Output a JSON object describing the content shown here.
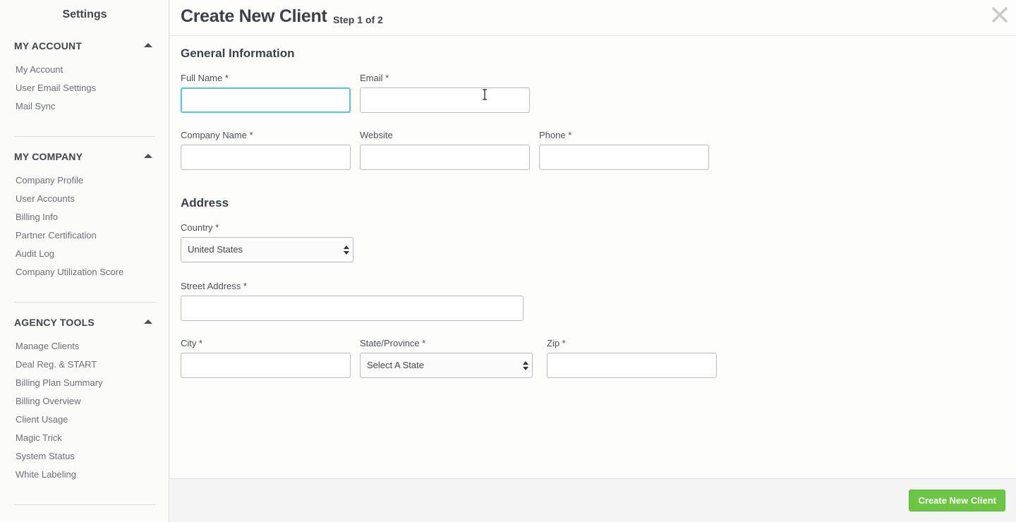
{
  "sidebar": {
    "title": "Settings",
    "sections": [
      {
        "label": "MY ACCOUNT",
        "items": [
          "My Account",
          "User Email Settings",
          "Mail Sync"
        ]
      },
      {
        "label": "MY COMPANY",
        "items": [
          "Company Profile",
          "User Accounts",
          "Billing Info",
          "Partner Certification",
          "Audit Log",
          "Company Utilization Score"
        ]
      },
      {
        "label": "AGENCY TOOLS",
        "items": [
          "Manage Clients",
          "Deal Reg. & START",
          "Billing Plan Summary",
          "Billing Overview",
          "Client Usage",
          "Magic Trick",
          "System Status",
          "White Labeling"
        ]
      }
    ]
  },
  "header": {
    "title": "Create New Client",
    "step": "Step 1 of 2",
    "close_icon": "close-icon"
  },
  "general": {
    "title": "General Information",
    "full_name": {
      "label": "Full Name *",
      "value": ""
    },
    "email": {
      "label": "Email *",
      "value": ""
    },
    "company_name": {
      "label": "Company Name *",
      "value": ""
    },
    "website": {
      "label": "Website",
      "value": ""
    },
    "phone": {
      "label": "Phone *",
      "value": ""
    }
  },
  "address": {
    "title": "Address",
    "country": {
      "label": "Country *",
      "value": "United States"
    },
    "street": {
      "label": "Street Address *",
      "value": ""
    },
    "city": {
      "label": "City *",
      "value": ""
    },
    "state": {
      "label": "State/Province *",
      "value": "Select A State"
    },
    "zip": {
      "label": "Zip *",
      "value": ""
    }
  },
  "footer": {
    "submit_label": "Create New Client"
  },
  "colors": {
    "accent_focus": "#62c3cf",
    "primary_button": "#6cc644"
  }
}
